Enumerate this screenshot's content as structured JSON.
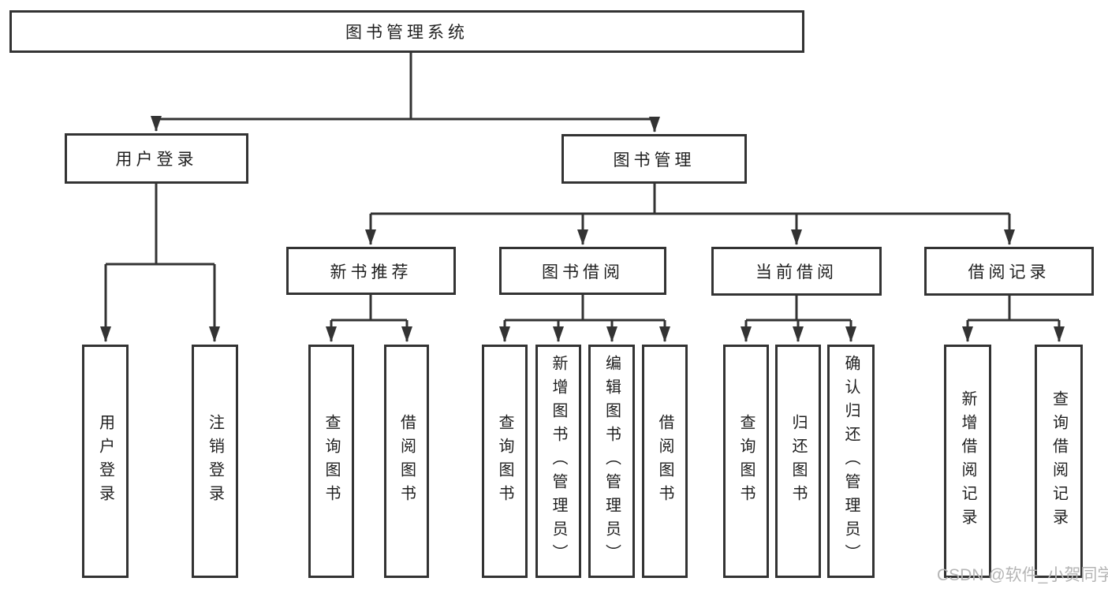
{
  "page": {
    "background": "#ffffff"
  },
  "colors": {
    "line": "#333333",
    "box_border": "#333333",
    "text": "#1f1f1f",
    "watermark_text": "#b5b5b5"
  },
  "diagram": {
    "root": {
      "label": "图书管理系统"
    },
    "level1": [
      {
        "label": "用户登录",
        "children": [
          {
            "label": "用户登录"
          },
          {
            "label": "注销登录"
          }
        ]
      },
      {
        "label": "图书管理",
        "children": [
          {
            "label": "新书推荐",
            "children": [
              {
                "label": "查询图书"
              },
              {
                "label": "借阅图书"
              }
            ]
          },
          {
            "label": "图书借阅",
            "children": [
              {
                "label": "查询图书"
              },
              {
                "label": "新增图书（管理员）"
              },
              {
                "label": "编辑图书（管理员）"
              },
              {
                "label": "借阅图书"
              }
            ]
          },
          {
            "label": "当前借阅",
            "children": [
              {
                "label": "查询图书"
              },
              {
                "label": "归还图书"
              },
              {
                "label": "确认归还（管理员）"
              }
            ]
          },
          {
            "label": "借阅记录",
            "children": [
              {
                "label": "新增借阅记录"
              },
              {
                "label": "查询借阅记录"
              }
            ]
          }
        ]
      }
    ]
  },
  "watermark": {
    "text": "CSDN @软件_小贺同学"
  }
}
